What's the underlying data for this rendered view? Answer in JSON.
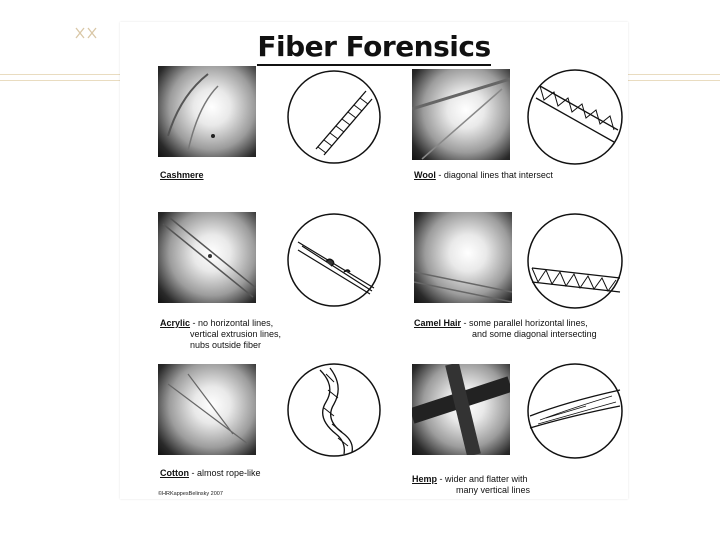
{
  "slide": {
    "title": "Fiber Forensics",
    "copyright": "©HRKappesBelinsky 2007"
  },
  "fibers": [
    {
      "name": "Cashmere",
      "desc": "",
      "desc2": "",
      "desc3": ""
    },
    {
      "name": "Wool",
      "desc": " - diagonal lines that intersect",
      "desc2": "",
      "desc3": ""
    },
    {
      "name": "Acrylic",
      "desc": " - no horizontal lines,",
      "desc2": "vertical extrusion lines,",
      "desc3": "nubs outside fiber"
    },
    {
      "name": "Camel Hair",
      "desc": " - some parallel horizontal lines,",
      "desc2": "and some diagonal intersecting",
      "desc3": ""
    },
    {
      "name": "Cotton",
      "desc": " - almost rope-like",
      "desc2": "",
      "desc3": ""
    },
    {
      "name": "Hemp",
      "desc": " - wider and flatter with",
      "desc2": "many vertical lines",
      "desc3": ""
    }
  ]
}
